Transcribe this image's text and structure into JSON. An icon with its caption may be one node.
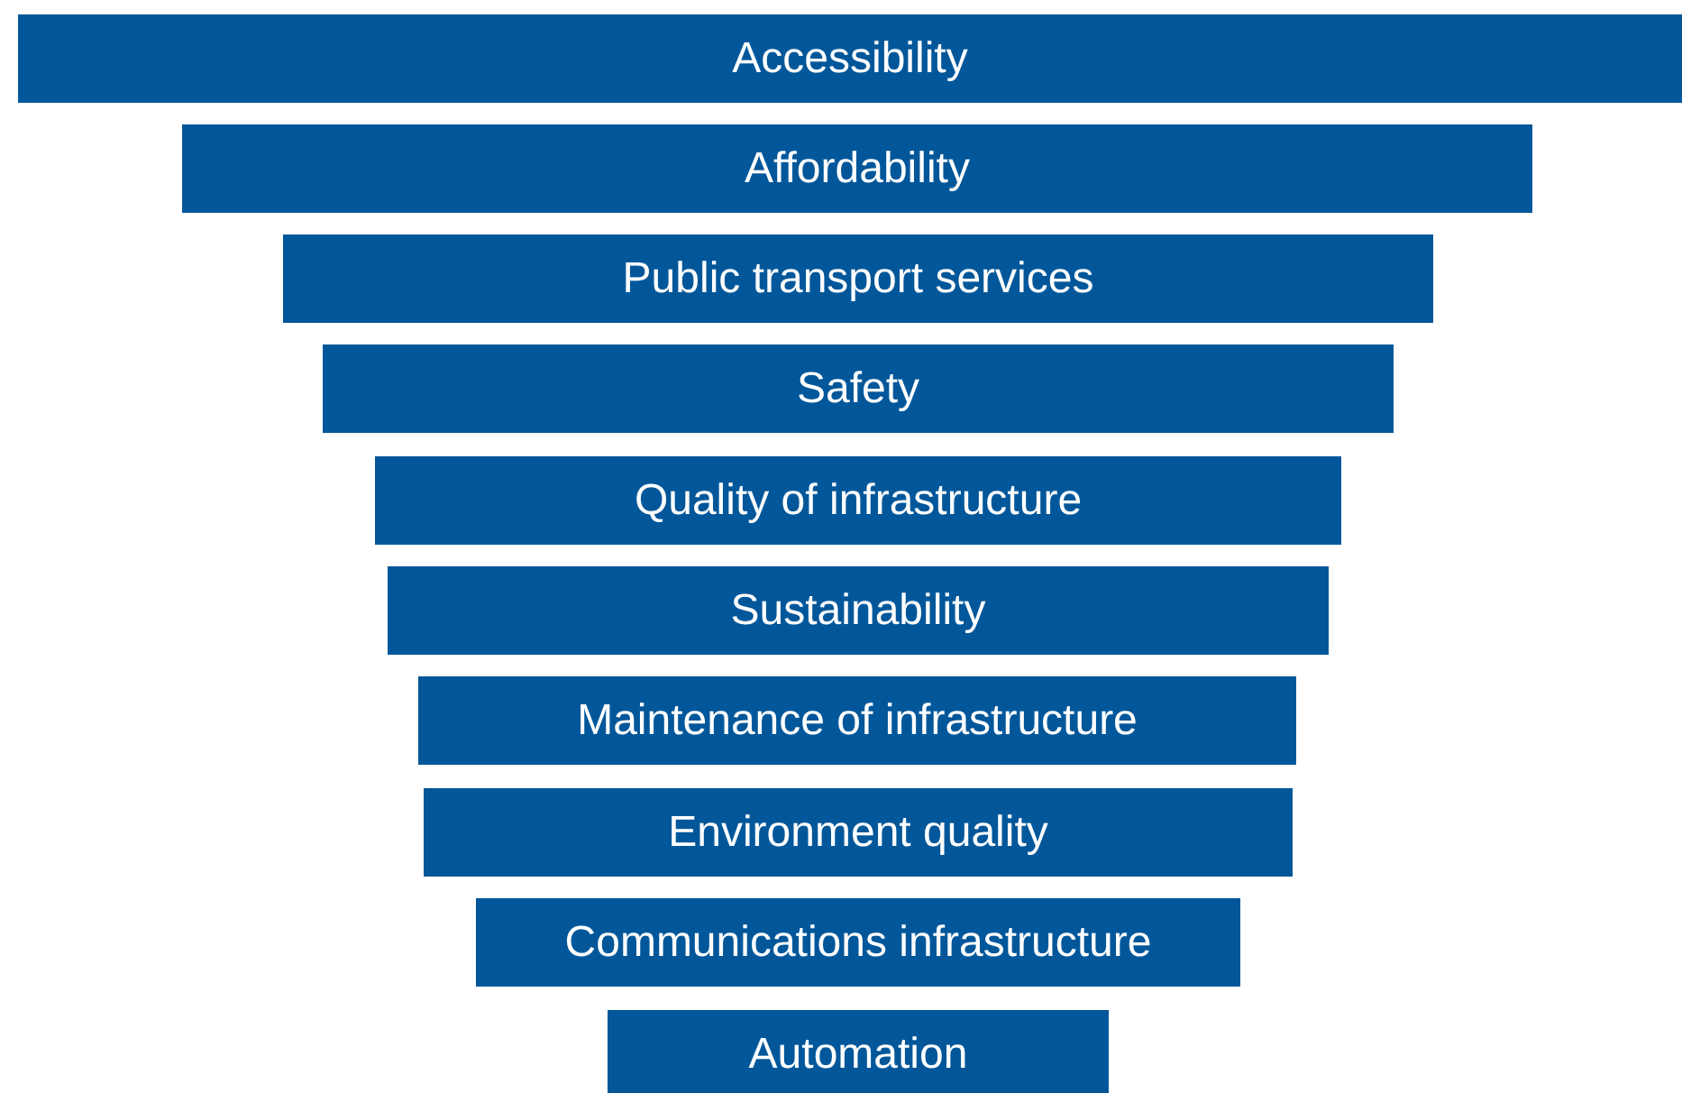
{
  "diagram": {
    "nodes": [
      {
        "text": [
          "Accessibility"
        ]
      },
      {
        "text": [
          "Affordability"
        ]
      },
      {
        "text": [
          "Public transport services"
        ]
      },
      {
        "text": [
          "Safety"
        ]
      },
      {
        "text": [
          "Quality of infrastructure"
        ]
      },
      {
        "text": [
          "Sustainability"
        ]
      },
      {
        "text": [
          "Maintenance of infrastructure"
        ]
      },
      {
        "text": [
          "Environment quality"
        ]
      },
      {
        "text": [
          "Communications infrastructure"
        ]
      },
      {
        "text": [
          "Automation"
        ]
      }
    ]
  }
}
